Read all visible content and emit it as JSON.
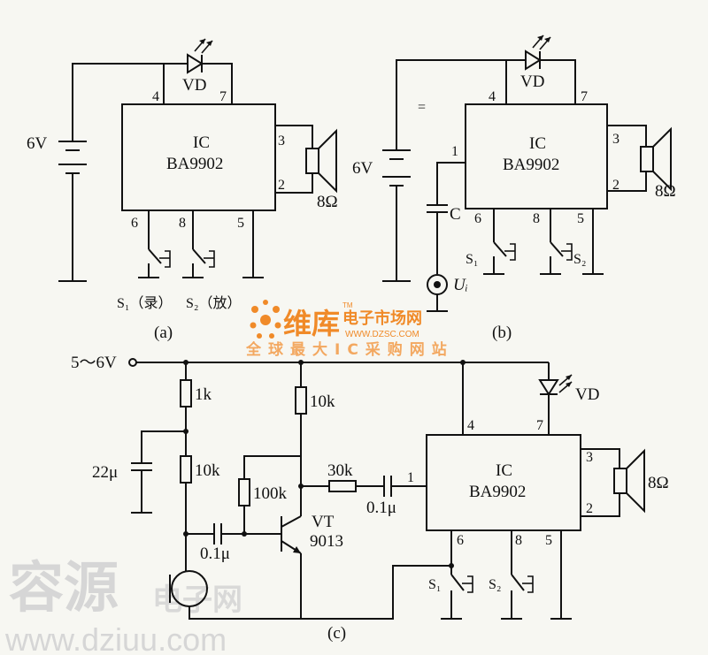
{
  "colors": {
    "ink": "#111111",
    "paper": "#f7f7f2",
    "watermark_orange": "#f08a28",
    "watermark_gray": "#d3d3d3"
  },
  "circuit_a": {
    "panel_label": "(a)",
    "supply": "6V",
    "led": "VD",
    "ic_name": "IC",
    "ic_part": "BA9902",
    "speaker": "8Ω",
    "pins": {
      "p1": "",
      "p2": "2",
      "p3": "3",
      "p4": "4",
      "p5": "5",
      "p6": "6",
      "p7": "7",
      "p8": "8"
    },
    "s1": "S₁（录）",
    "s2": "S₂（放）"
  },
  "circuit_b": {
    "panel_label": "(b)",
    "supply": "6V",
    "led": "VD",
    "ic_name": "IC",
    "ic_part": "BA9902",
    "speaker": "8Ω",
    "pins": {
      "p1": "1",
      "p2": "2",
      "p3": "3",
      "p4": "4",
      "p5": "5",
      "p6": "6",
      "p7": "7",
      "p8": "8"
    },
    "cap": "C",
    "input": "Uᵢ",
    "s1": "S₁",
    "s2": "S₂",
    "stray_mark": "="
  },
  "circuit_c": {
    "panel_label": "(c)",
    "supply": "5～6V",
    "r1": "1k",
    "r2": "10k",
    "r3": "10k",
    "r4": "100k",
    "r5": "30k",
    "c1": "22μ",
    "c2": "0.1μ",
    "c3": "0.1μ",
    "transistor": "VT",
    "transistor_part": "9013",
    "led": "VD",
    "ic_name": "IC",
    "ic_part": "BA9902",
    "speaker": "8Ω",
    "pins": {
      "p1": "1",
      "p2": "2",
      "p3": "3",
      "p4": "4",
      "p5": "5",
      "p6": "6",
      "p7": "7",
      "p8": "8"
    },
    "s1": "S₁",
    "s2": "S₂"
  },
  "watermarks": {
    "dzsc_brand": "维库",
    "dzsc_tag": "电子市场网",
    "dzsc_tm": "TM",
    "dzsc_url": "WWW.DZSC.COM",
    "dzsc_slogan": "全球最大IC采购网站",
    "dziuu_brand": "容源",
    "dziuu_tag": "电子网",
    "dziuu_url": "www.dziuu.com"
  }
}
